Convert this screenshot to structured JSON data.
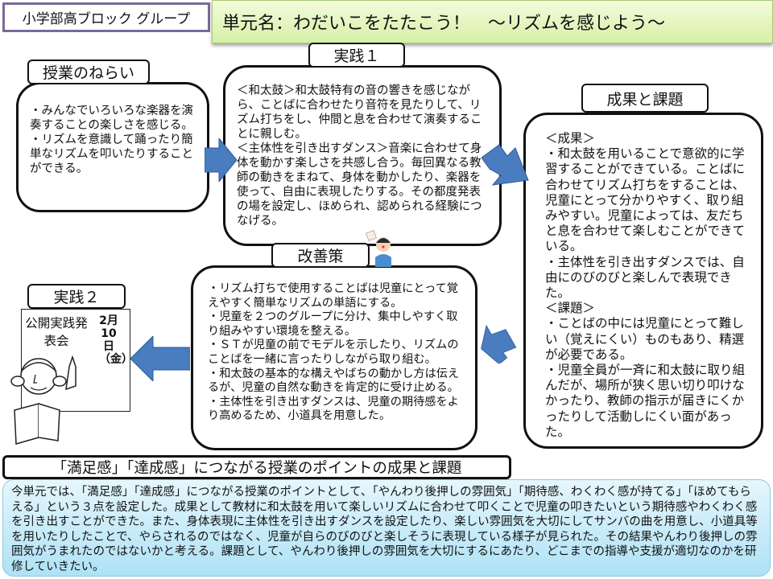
{
  "header": {
    "group_label": "小学部高ブロック グループ",
    "unit_title": "単元名：わだいこをたたこう！　～リズムを感じよう～"
  },
  "aim": {
    "tag": "授業のねらい",
    "lines": [
      "・みんなでいろいろな楽器を演奏することの楽しさを感じる。",
      "・リズムを意識して踊ったり簡単なリズムを叩いたりすることができる。"
    ]
  },
  "practice1": {
    "tag": "実践１",
    "lines": [
      "＜和太鼓＞和太鼓特有の音の響きを感じながら、ことばに合わせたり音符を見たりして、リズム打ちをし、仲間と息を合わせて演奏することに親しむ。",
      "＜主体性を引き出すダンス＞音楽に合わせて身体を動かす楽しさを共感し合う。毎回異なる教師の動きをまねて、身体を動かしたり、楽器を使って、自由に表現したりする。その都度発表の場を設定し、ほめられ、認められる経験につなげる。"
    ]
  },
  "results": {
    "tag": "成果と課題",
    "lines": [
      "＜成果＞",
      "・和太鼓を用いることで意欲的に学習することができている。ことばに合わせてリズム打ちをすることは、児童にとって分かりやすく、取り組みやすい。児童によっては、友だちと息を合わせて楽しむことができている。",
      "・主体性を引き出すダンスでは、自由にのびのびと楽しんで表現できた。",
      "＜課題＞",
      "・ことばの中には児童にとって難しい（覚えにくい）ものもあり、精選が必要である。",
      "・児童全員が一斉に和太鼓に取り組んだが、場所が狭く思い切り叩けなかったり、教師の指示が届きにくかったりして活動しにくい面があった。"
    ]
  },
  "improvements": {
    "tag": "改善策",
    "lines": [
      "・リズム打ちで使用することばは児童にとって覚えやすく簡単なリズムの単語にする。",
      "・児童を２つのグループに分け、集中しやすく取り組みやすい環境を整える。",
      "・ＳＴが児童の前でモデルを示したり、リズムのことばを一緒に言ったりしながら取り組む。",
      "・和太鼓の基本的な構えやばちの動かし方は伝えるが、児童の自然な動きを肯定的に受け止める。",
      "・主体性を引き出すダンスは、児童の期待感をより高めるため、小道具を用意した。"
    ]
  },
  "practice2": {
    "tag": "実践２",
    "poster_title": "公開実践発表会",
    "poster_date": "2月10日（金）"
  },
  "summary": {
    "title": "「満足感」「達成感」につながる授業のポイントの成果と課題",
    "text": "今単元では、「満足感」「達成感」につながる授業のポイントとして、「やんわり後押しの雰囲気」「期待感、わくわく感が持てる」「ほめてもらえる」という３点を設定した。成果として教材に和太鼓を用いて楽しいリズムに合わせて叩くことで児童の叩きたいという期待感やわくわく感を引き出すことができた。また、身体表現に主体性を引き出すダンスを設定したり、楽しい雰囲気を大切にしてサンバの曲を用意し、小道具等を用いたりしたことで、やらされるのではなく、児童が自らのびのびと楽しそうに表現している様子が見られた。その結果やんわり後押しの雰囲気がうまれたのではないかと考える。課題として、やんわり後押しの雰囲気を大切にするにあたり、どこまでの指導や支援が適切なのかを研修していきたい。"
  },
  "colors": {
    "arrow": "#4a7cc0",
    "title_bar": "#d6f0a8",
    "summary_bg": "#aee2f6",
    "group_border": "#7a6a9a"
  }
}
